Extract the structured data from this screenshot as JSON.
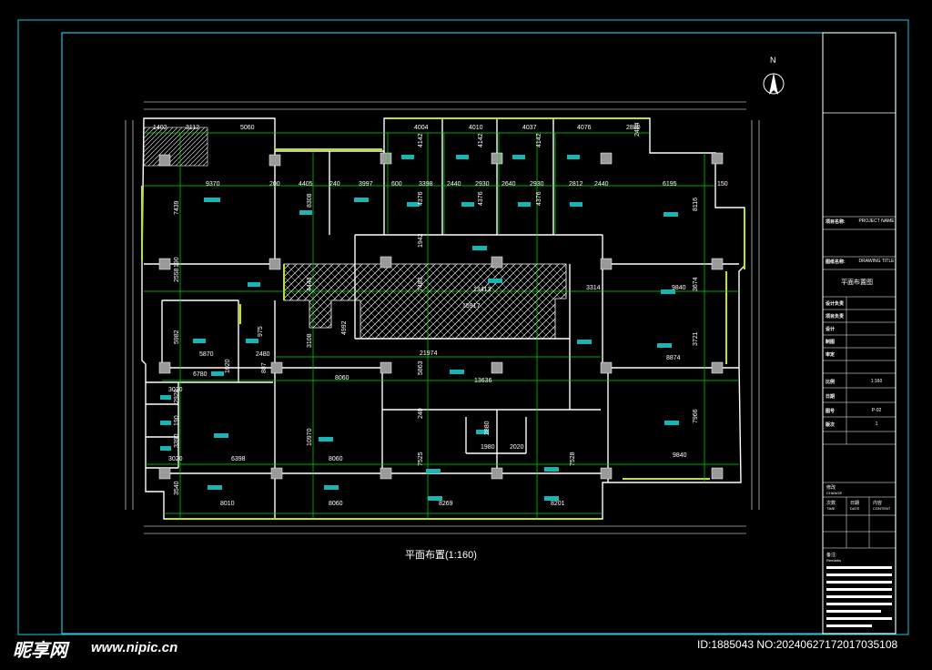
{
  "drawing": {
    "caption": "平面布置(1:160)",
    "north_label": "N",
    "colors": {
      "frame": "#1ec6d8",
      "walls": "#ffffff",
      "dims": "#00e000",
      "accent": "#c8e400",
      "furniture": "#19b4b4"
    }
  },
  "title_block": {
    "project_name_key": "项目名称:",
    "project_name_val": "PROJECT NAME",
    "drawing_name_key": "图纸名称:",
    "drawing_name_val": "DRAWING TITLE",
    "drawing_title": "平面布置图",
    "design_key": "设计负责",
    "review_key": "项目负责",
    "drafter_key": "设计",
    "check_key": "制图",
    "audit_key": "审定",
    "scale_key": "比例",
    "scale_val": "1:160",
    "date_key": "日期",
    "number_key": "图号",
    "number_val": "P-02",
    "version_key": "版次",
    "version_val": "1",
    "change_key": "修改",
    "change_sub": "CHANGE",
    "cols": [
      "次数",
      "日期",
      "内容"
    ],
    "cols_sub": [
      "TIME",
      "DATE",
      "CONTENT"
    ],
    "remarks_key": "备注:",
    "remarks_sub": "Remarks"
  },
  "dimensions": [
    "1402",
    "3112",
    "5060",
    "4004",
    "4010",
    "4037",
    "4076",
    "2880",
    "2484",
    "9370",
    "200",
    "4405",
    "240",
    "3997",
    "600",
    "3398",
    "2440",
    "2930",
    "2640",
    "2930",
    "2812",
    "2440",
    "6195",
    "150",
    "7439",
    "8308",
    "4142",
    "4142",
    "4142",
    "4376",
    "4376",
    "4376",
    "8116",
    "1942",
    "2558",
    "190",
    "4443",
    "7483",
    "13413",
    "3314",
    "9840",
    "3674",
    "5982",
    "5870",
    "975",
    "2480",
    "3108",
    "4992",
    "21974",
    "15917",
    "8874",
    "3721",
    "6780",
    "1020",
    "3020",
    "2920",
    "8060",
    "5863",
    "13636",
    "887",
    "190",
    "3390",
    "6398",
    "10970",
    "8060",
    "240",
    "2880",
    "1980",
    "2020",
    "9840",
    "7966",
    "3020",
    "7525",
    "7528",
    "3540",
    "8010",
    "8060",
    "8269",
    "8201"
  ],
  "watermark": {
    "logo": "昵享网",
    "url": "www.nipic.cn",
    "id_text": "ID:1885043 NO:20240627172017035108"
  }
}
